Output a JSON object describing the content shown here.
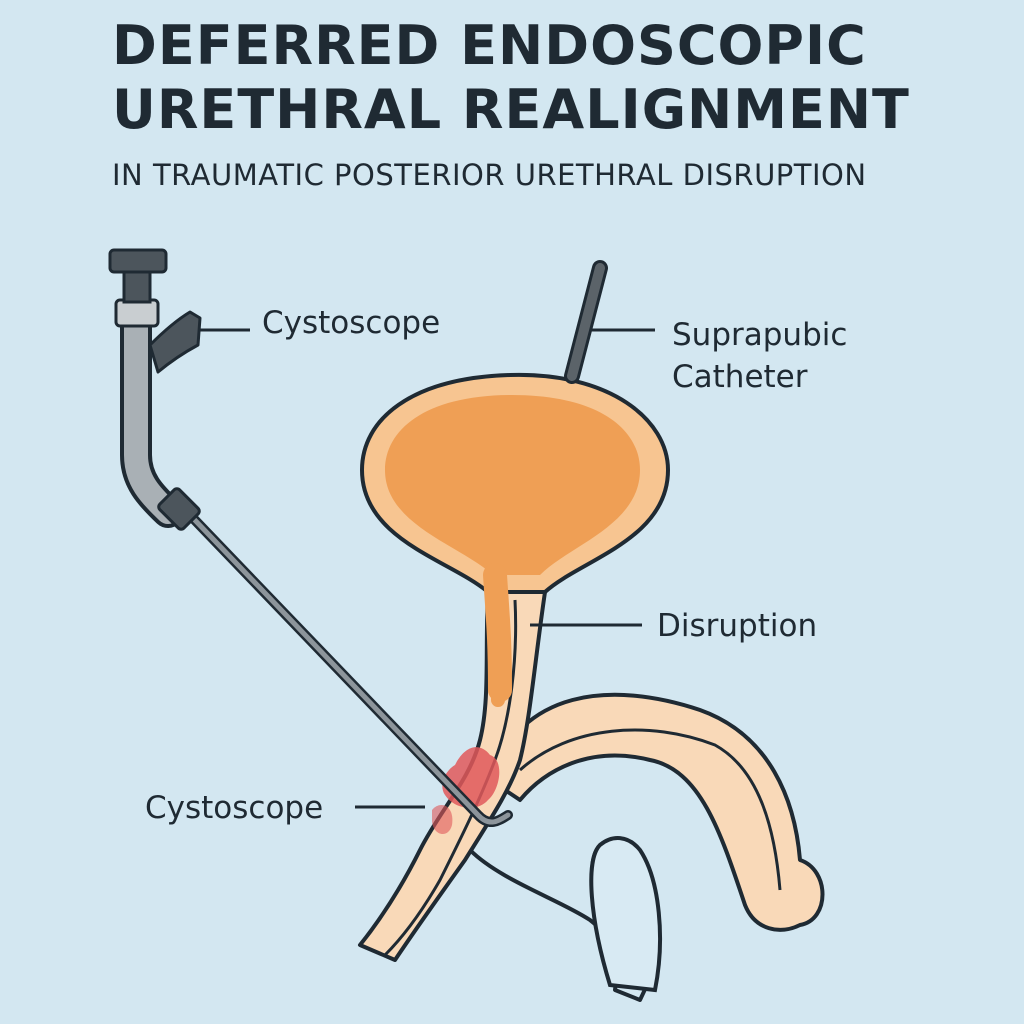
{
  "title": {
    "line1": "DEFERRED ENDOSCOPIC",
    "line2": "URETHRAL REALIGNMENT"
  },
  "subtitle": "IN TRAUMATIC POSTERIOR URETHRAL DISRUPTION",
  "labels": {
    "cystoscope_top": "Cystoscope",
    "suprapubic_line1": "Suprapubic",
    "suprapubic_line2": "Catheter",
    "disruption": "Disruption",
    "cystoscope_bottom": "Cystoscope"
  },
  "colors": {
    "background": "#d3e7f1",
    "bladder": "#ef9f55",
    "tissue": "#f9d9b8",
    "outline": "#1f2a33",
    "instrument": "#8d959b",
    "injury": "#e0585a"
  }
}
